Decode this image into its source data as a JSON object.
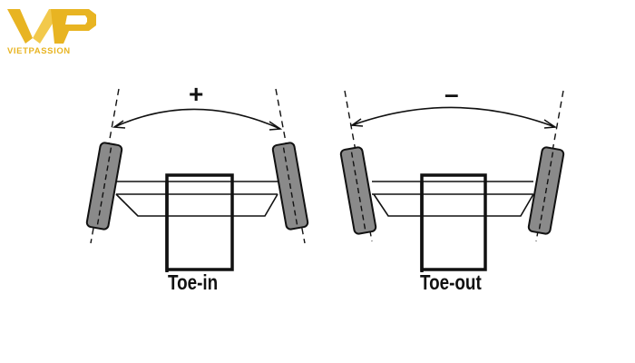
{
  "brand": {
    "name": "VIETPASSION",
    "color": "#e8b422"
  },
  "diagrams": [
    {
      "id": "toe-in",
      "label": "Toe-in",
      "sign": "+"
    },
    {
      "id": "toe-out",
      "label": "Toe-out",
      "sign": "–"
    }
  ],
  "colors": {
    "line": "#111111",
    "tire": "#8a8a8a"
  }
}
